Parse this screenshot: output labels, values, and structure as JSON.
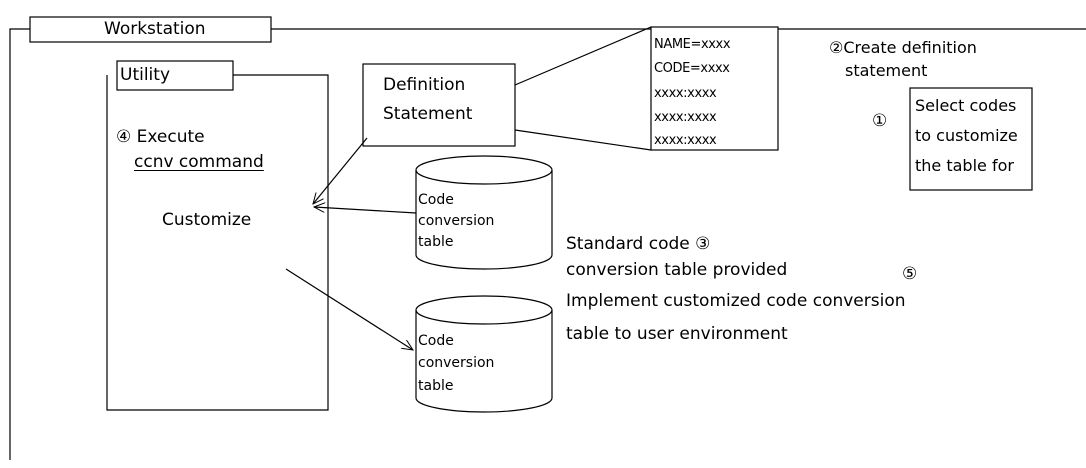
{
  "workstation": {
    "label": "Workstation"
  },
  "utility": {
    "label": "Utility",
    "step4": "④ Execute",
    "command": "ccnv command",
    "customize": "Customize"
  },
  "definition_statement": {
    "line1": "Definition",
    "line2": "Statement"
  },
  "definition_file": {
    "lines": [
      "NAME=xxxx",
      "CODE=xxxx",
      "xxxx:xxxx",
      "xxxx:xxxx",
      "xxxx:xxxx"
    ]
  },
  "step2": {
    "line1": "②Create  definition",
    "line2": "statement"
  },
  "step1": {
    "marker": "①",
    "lines": [
      "Select codes",
      "to customize",
      "the table for"
    ]
  },
  "standard_table": {
    "lines": [
      "Code",
      "conversion",
      "table"
    ]
  },
  "step3": {
    "line1": "Standard code ③",
    "line2": "conversion table provided"
  },
  "step5": {
    "marker": "⑤",
    "line1": "Implement customized code conversion",
    "line2": "table to user environment"
  },
  "custom_table": {
    "lines": [
      "Code",
      "conversion",
      "table"
    ]
  }
}
